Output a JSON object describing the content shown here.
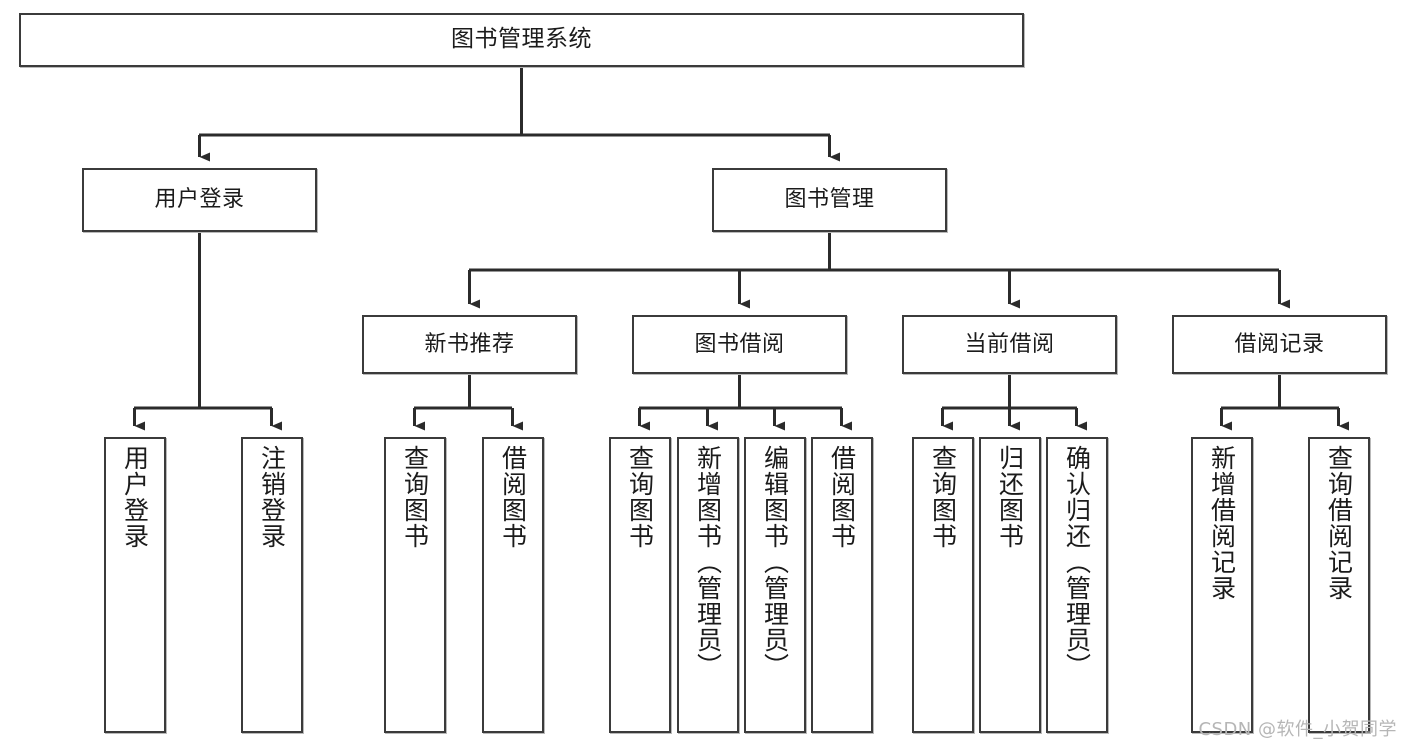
{
  "diagram": {
    "title": "图书管理系统",
    "type": "tree",
    "watermark": "CSDN @软件_小贺同学",
    "colors": {
      "box_border": "#3b3b3b",
      "box_fill": "#ffffff",
      "line": "#2b2b2b",
      "text": "#1b1b1b",
      "watermark": "#b6b6b6",
      "background": "#ffffff"
    }
  },
  "nodes": {
    "root": {
      "label": "图书管理系统"
    },
    "level2": [
      {
        "label": "用户登录"
      },
      {
        "label": "图书管理"
      }
    ],
    "level3": [
      {
        "label": "新书推荐"
      },
      {
        "label": "图书借阅"
      },
      {
        "label": "当前借阅"
      },
      {
        "label": "借阅记录"
      }
    ],
    "leaves": {
      "user_login": [
        {
          "label": "用户登录"
        },
        {
          "label": "注销登录"
        }
      ],
      "new_book": [
        {
          "label": "查询图书"
        },
        {
          "label": "借阅图书"
        }
      ],
      "book_borrow": [
        {
          "label": "查询图书"
        },
        {
          "label": "新增图书（管理员）"
        },
        {
          "label": "编辑图书（管理员）"
        },
        {
          "label": "借阅图书"
        }
      ],
      "current_borrow": [
        {
          "label": "查询图书"
        },
        {
          "label": "归还图书"
        },
        {
          "label": "确认归还（管理员）"
        }
      ],
      "borrow_record": [
        {
          "label": "新增借阅记录"
        },
        {
          "label": "查询借阅记录"
        }
      ]
    }
  }
}
